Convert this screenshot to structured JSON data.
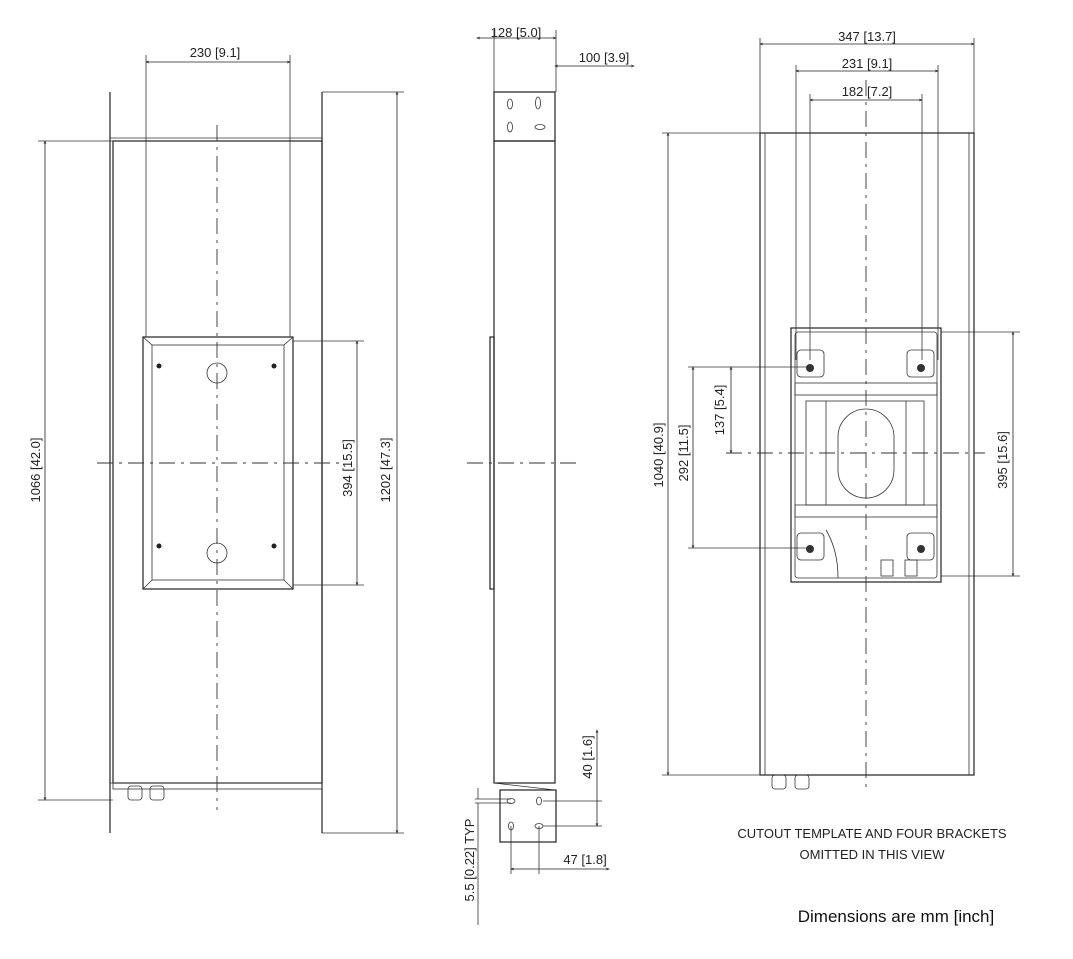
{
  "left_view": {
    "width_dim": "230 [9.1]",
    "height_dim": "1066 [42.0]",
    "overall_dim": "1202 [47.3]",
    "window_dim": "394 [15.5]"
  },
  "side_view": {
    "depth_dim": "128 [5.0]",
    "body_dim": "100 [3.9]",
    "bracket_height_dim": "40 [1.6]",
    "bracket_width_dim": "47 [1.8]",
    "slot_dim": "5.5 [0.22] TYP"
  },
  "back_view": {
    "width_dim": "347 [13.7]",
    "bracket_span_dim": "231 [9.1]",
    "inner_span_dim": "182 [7.2]",
    "height_dim": "1040 [40.9]",
    "bracket_vertical_dim": "292 [11.5]",
    "center_dim": "137 [5.4]",
    "cutout_dim": "395 [15.6]"
  },
  "notes": {
    "line1": "CUTOUT TEMPLATE AND FOUR BRACKETS",
    "line2": "OMITTED IN THIS VIEW",
    "units": "Dimensions are mm [inch]"
  }
}
